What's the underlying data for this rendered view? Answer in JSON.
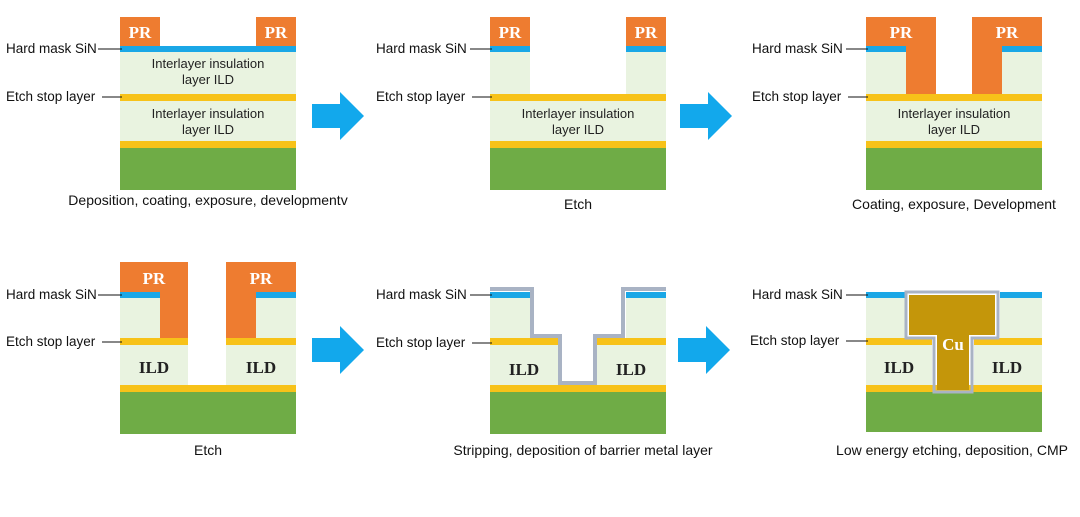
{
  "colors": {
    "pr": "#ee7c30",
    "hardmask": "#1aa7e6",
    "ild": "#e9f3e0",
    "etchstop": "#f7c219",
    "substrate": "#6fac46",
    "barrier": "#a9b3c4",
    "copper": "#c4960a",
    "arrow": "#12a8ec"
  },
  "labels": {
    "hard_mask": "Hard mask SiN",
    "etch_stop": "Etch stop layer",
    "pr": "PR",
    "ild_line1": "Interlayer insulation",
    "ild_line2": "layer ILD",
    "ild_short": "ILD",
    "cu": "Cu"
  },
  "steps": [
    {
      "caption": "Deposition, coating, exposure, developmentv"
    },
    {
      "caption": "Etch"
    },
    {
      "caption": "Coating, exposure, Development"
    },
    {
      "caption": "Etch"
    },
    {
      "caption": "Stripping, deposition of barrier metal layer"
    },
    {
      "caption": "Low energy etching, deposition, CMP"
    }
  ],
  "arrows": [
    {
      "from_step": 1,
      "to_step": 2
    },
    {
      "from_step": 2,
      "to_step": 3
    },
    {
      "from_step": 4,
      "to_step": 5
    },
    {
      "from_step": 5,
      "to_step": 6
    }
  ]
}
